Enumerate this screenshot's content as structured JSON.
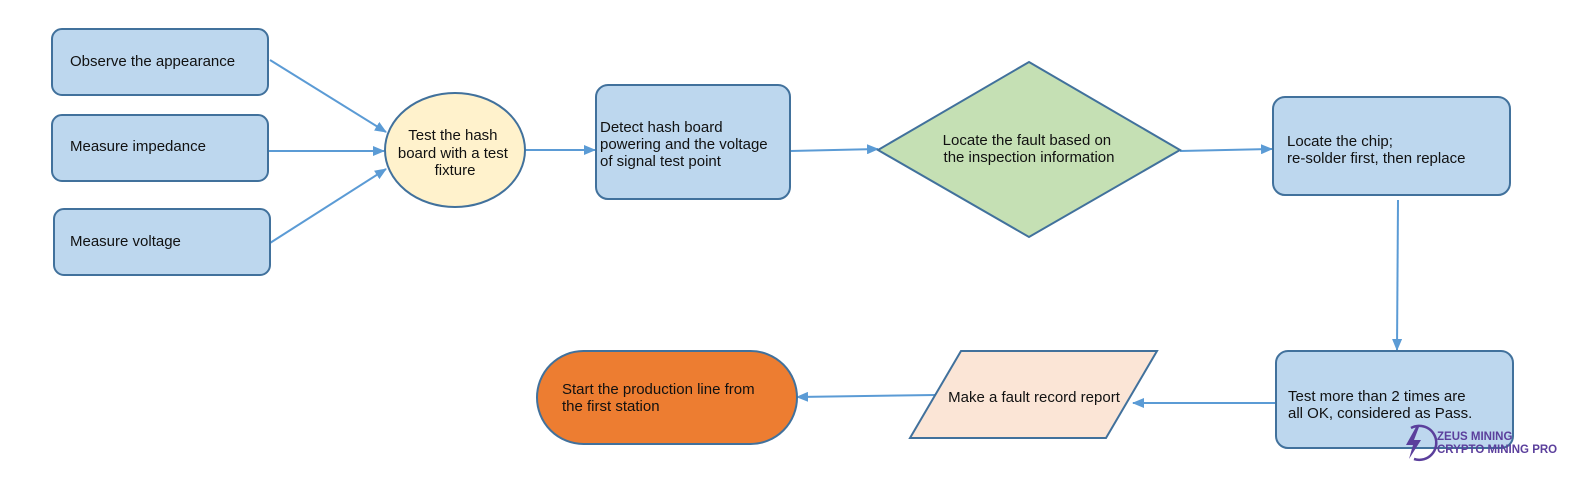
{
  "colors": {
    "box_fill": "#bdd7ee",
    "box_stroke": "#41719c",
    "ellipse_fill": "#fff2cc",
    "diamond_fill": "#c5e0b4",
    "parallelogram_fill": "#fbe5d6",
    "terminal_fill": "#ed7d31",
    "arrow": "#5b9bd5",
    "logo": "#5b3f9c"
  },
  "nodes": {
    "observe": {
      "lines": [
        "Observe the appearance"
      ]
    },
    "impedance": {
      "lines": [
        "Measure impedance"
      ]
    },
    "voltage": {
      "lines": [
        "Measure voltage"
      ]
    },
    "fixture": {
      "lines": [
        "Test the hash",
        "board with a test",
        "fixture"
      ]
    },
    "detect": {
      "lines": [
        "Detect hash board",
        "powering and the voltage",
        "of signal test point"
      ]
    },
    "locate_fault": {
      "lines": [
        "Locate the fault based on",
        "the inspection information"
      ]
    },
    "locate_chip": {
      "lines": [
        "Locate the chip;",
        "re-solder first, then replace"
      ]
    },
    "test_pass": {
      "lines": [
        "Test more than 2 times are",
        "all OK, considered as Pass."
      ]
    },
    "report": {
      "lines": [
        "Make a fault record report"
      ]
    },
    "start_line": {
      "lines": [
        "Start the production line from",
        "the first station"
      ]
    }
  },
  "logo": {
    "icon": "lightning-circle-icon",
    "line1": "ZEUS MINING",
    "line2": "CRYPTO MINING PRO"
  }
}
